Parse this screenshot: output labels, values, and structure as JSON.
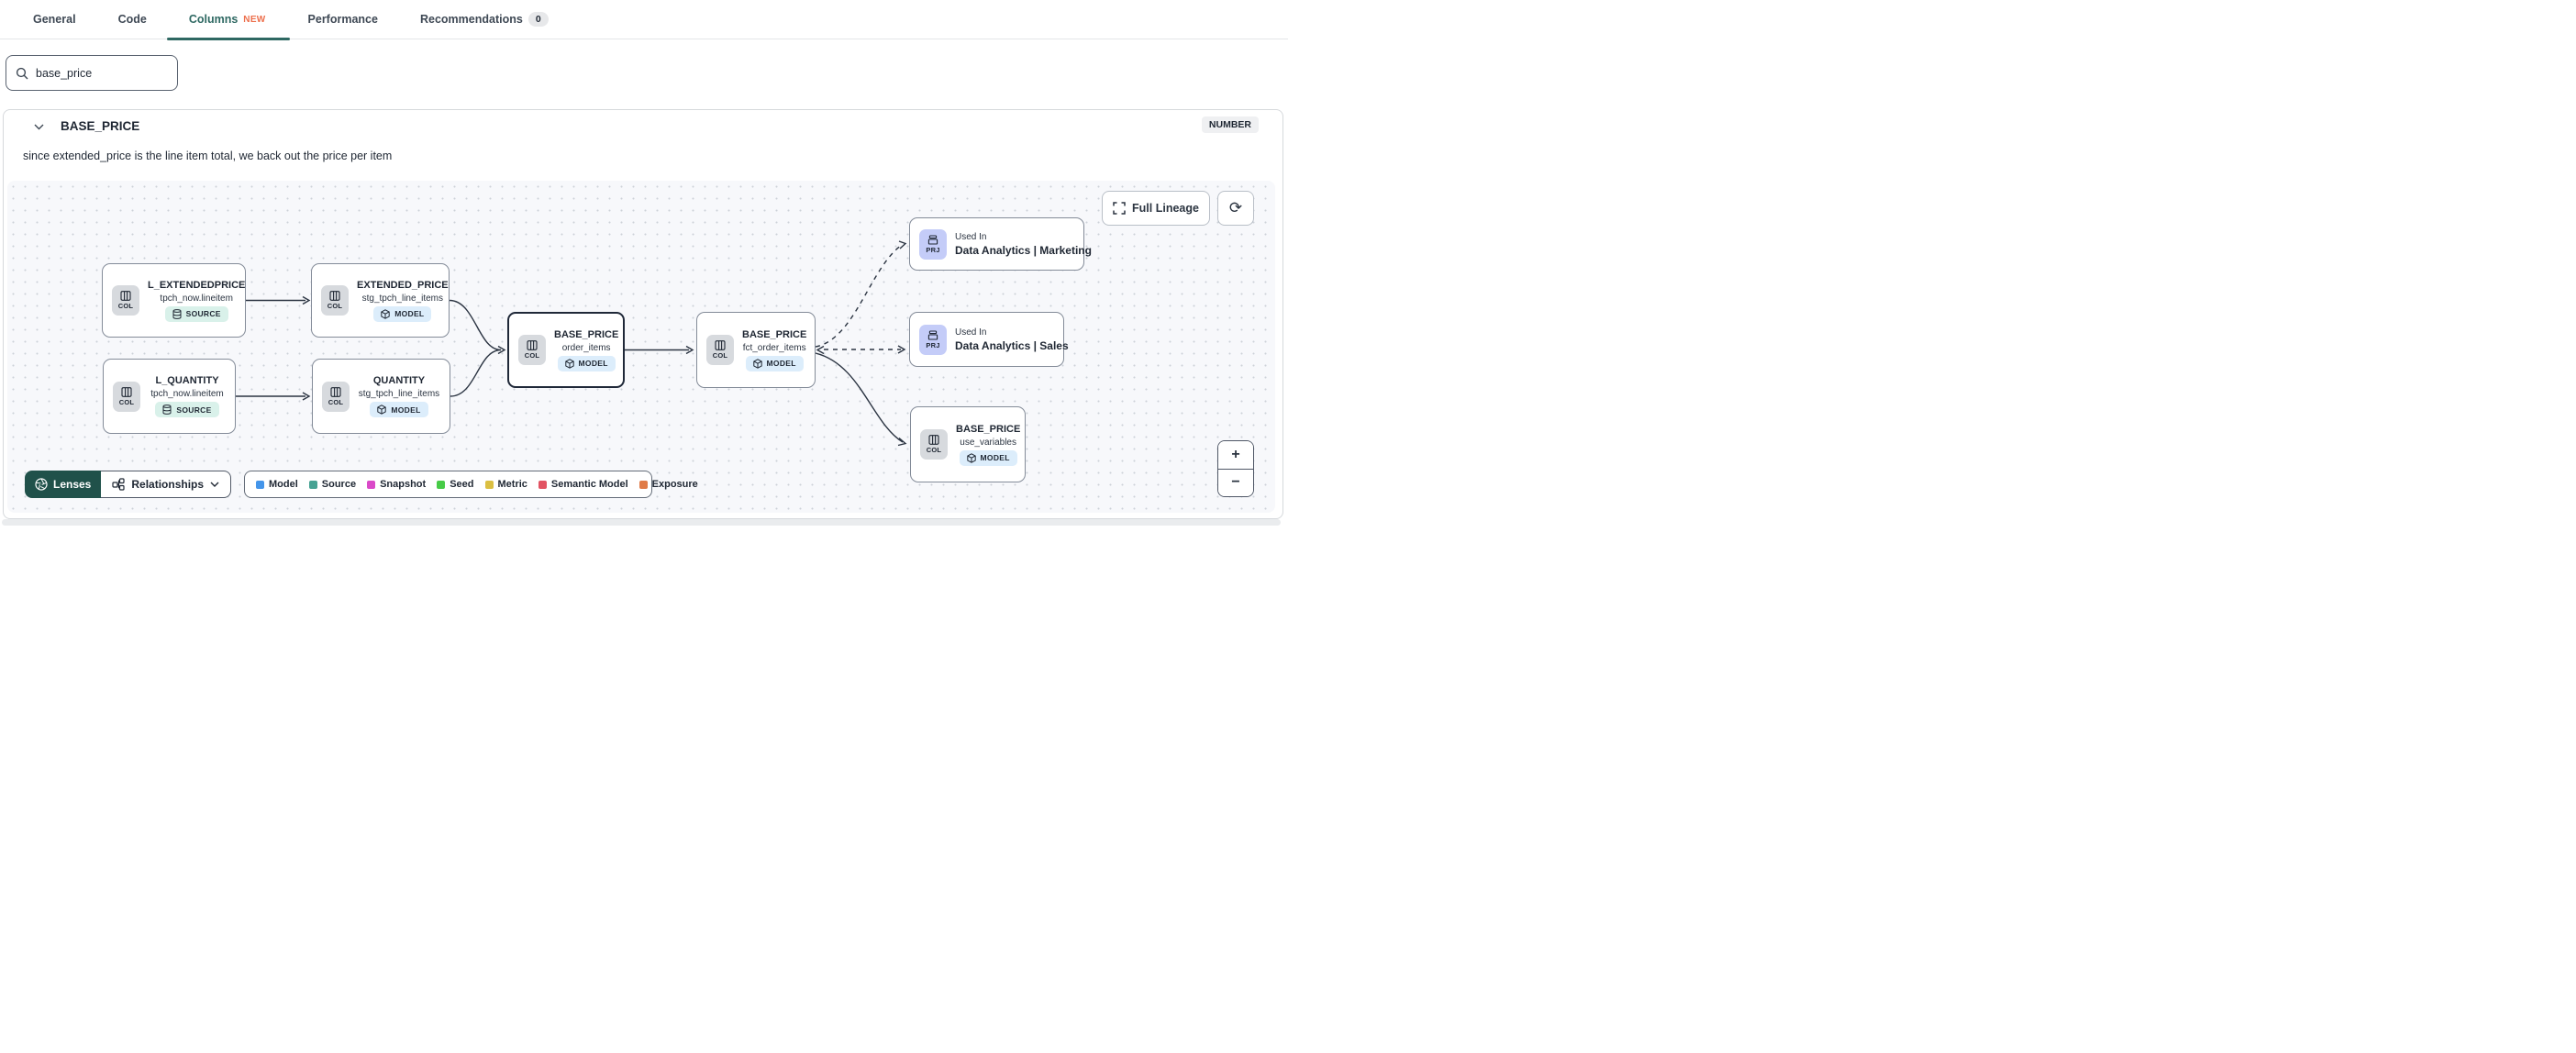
{
  "tabs": {
    "items": [
      {
        "label": "General"
      },
      {
        "label": "Code"
      },
      {
        "label": "Columns",
        "badge": "NEW"
      },
      {
        "label": "Performance"
      },
      {
        "label": "Recommendations",
        "count": "0"
      }
    ]
  },
  "search": {
    "value": "base_price"
  },
  "column_card": {
    "title": "BASE_PRICE",
    "type_badge": "NUMBER",
    "description": "since extended_price is the line item total, we back out the price per item"
  },
  "lineage": {
    "controls": {
      "full_lineage_label": "Full Lineage",
      "refresh_glyph": "⟳",
      "zoom_in": "+",
      "zoom_out": "−"
    },
    "nodes": [
      {
        "kind": "COL",
        "title": "L_EXTENDEDPRICE",
        "subtitle": "tpch_now.lineitem",
        "badge": "SOURCE"
      },
      {
        "kind": "COL",
        "title": "EXTENDED_PRICE",
        "subtitle": "stg_tpch_line_items",
        "badge": "MODEL"
      },
      {
        "kind": "COL",
        "title": "L_QUANTITY",
        "subtitle": "tpch_now.lineitem",
        "badge": "SOURCE"
      },
      {
        "kind": "COL",
        "title": "QUANTITY",
        "subtitle": "stg_tpch_line_items",
        "badge": "MODEL"
      },
      {
        "kind": "COL",
        "title": "BASE_PRICE",
        "subtitle": "order_items",
        "badge": "MODEL"
      },
      {
        "kind": "COL",
        "title": "BASE_PRICE",
        "subtitle": "fct_order_items",
        "badge": "MODEL"
      },
      {
        "kind": "PRJ",
        "eyebrow": "Used In",
        "title": "Data Analytics | Marketing"
      },
      {
        "kind": "PRJ",
        "eyebrow": "Used In",
        "title": "Data Analytics | Sales"
      },
      {
        "kind": "COL",
        "title": "BASE_PRICE",
        "subtitle": "use_variables",
        "badge": "MODEL"
      }
    ],
    "footer": {
      "lenses_label": "Lenses",
      "relationships_label": "Relationships"
    },
    "legend": [
      {
        "label": "Model",
        "color": "#4495ea"
      },
      {
        "label": "Source",
        "color": "#46a293"
      },
      {
        "label": "Snapshot",
        "color": "#da49c8"
      },
      {
        "label": "Seed",
        "color": "#47cb47"
      },
      {
        "label": "Metric",
        "color": "#dbbf42"
      },
      {
        "label": "Semantic Model",
        "color": "#e25362"
      },
      {
        "label": "Exposure",
        "color": "#e07b47"
      }
    ]
  },
  "colors": {
    "accent_teal": "#2e6862",
    "new_badge_orange": "#ed6f4c",
    "lenses_green": "#20514a",
    "canvas_bg": "#f7f8fb",
    "model_pill": "#dcedfb",
    "source_pill": "#d9f1ea",
    "prj_chip": "#c4ccf8"
  }
}
